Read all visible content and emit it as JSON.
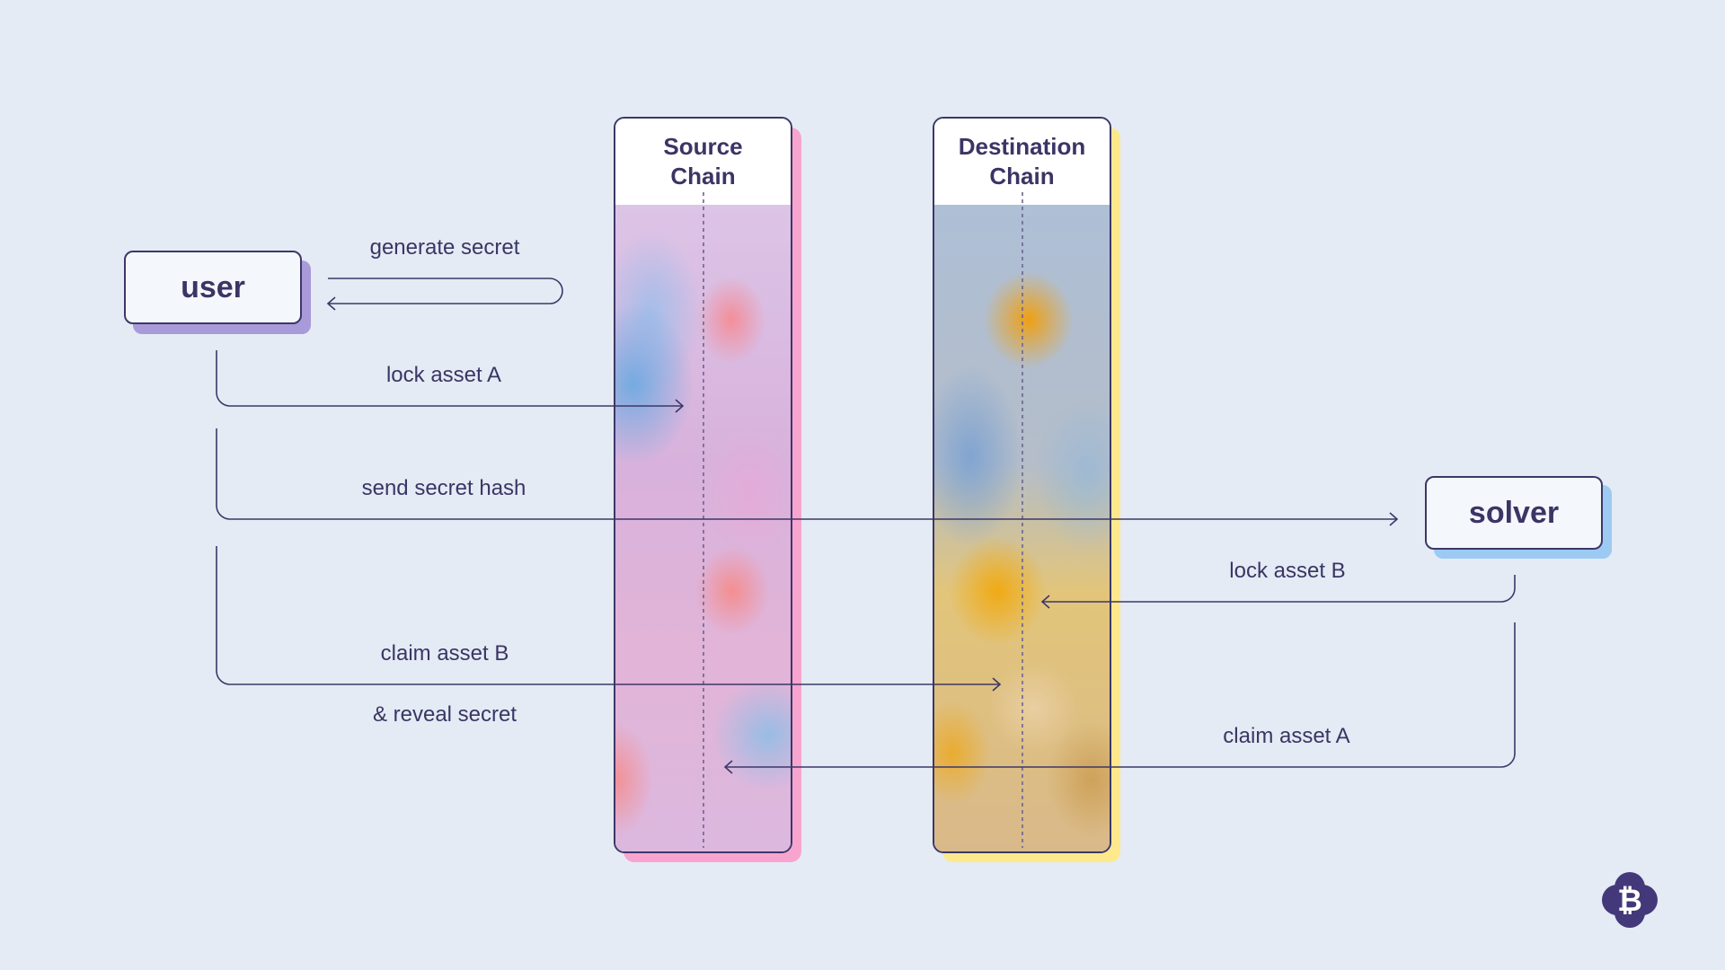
{
  "actors": {
    "user": "user",
    "solver": "solver"
  },
  "chains": {
    "source": "Source\nChain",
    "destination": "Destination\nChain"
  },
  "steps": {
    "generate_secret": "generate secret",
    "lock_asset_a": "lock asset A",
    "send_secret_hash": "send secret hash",
    "lock_asset_b": "lock asset B",
    "claim_asset_b": "claim asset B",
    "reveal_secret": "& reveal secret",
    "claim_asset_a": "claim asset A"
  },
  "colors": {
    "background": "#e4ebf4",
    "ink": "#3d3768",
    "user_shadow": "#a99ad9",
    "solver_shadow": "#9ccaf2",
    "source_shadow": "#f7a5cf",
    "destination_shadow": "#fde98c"
  },
  "logo": {
    "icon": "bitcoin-flower-icon",
    "glyph": "₿"
  }
}
